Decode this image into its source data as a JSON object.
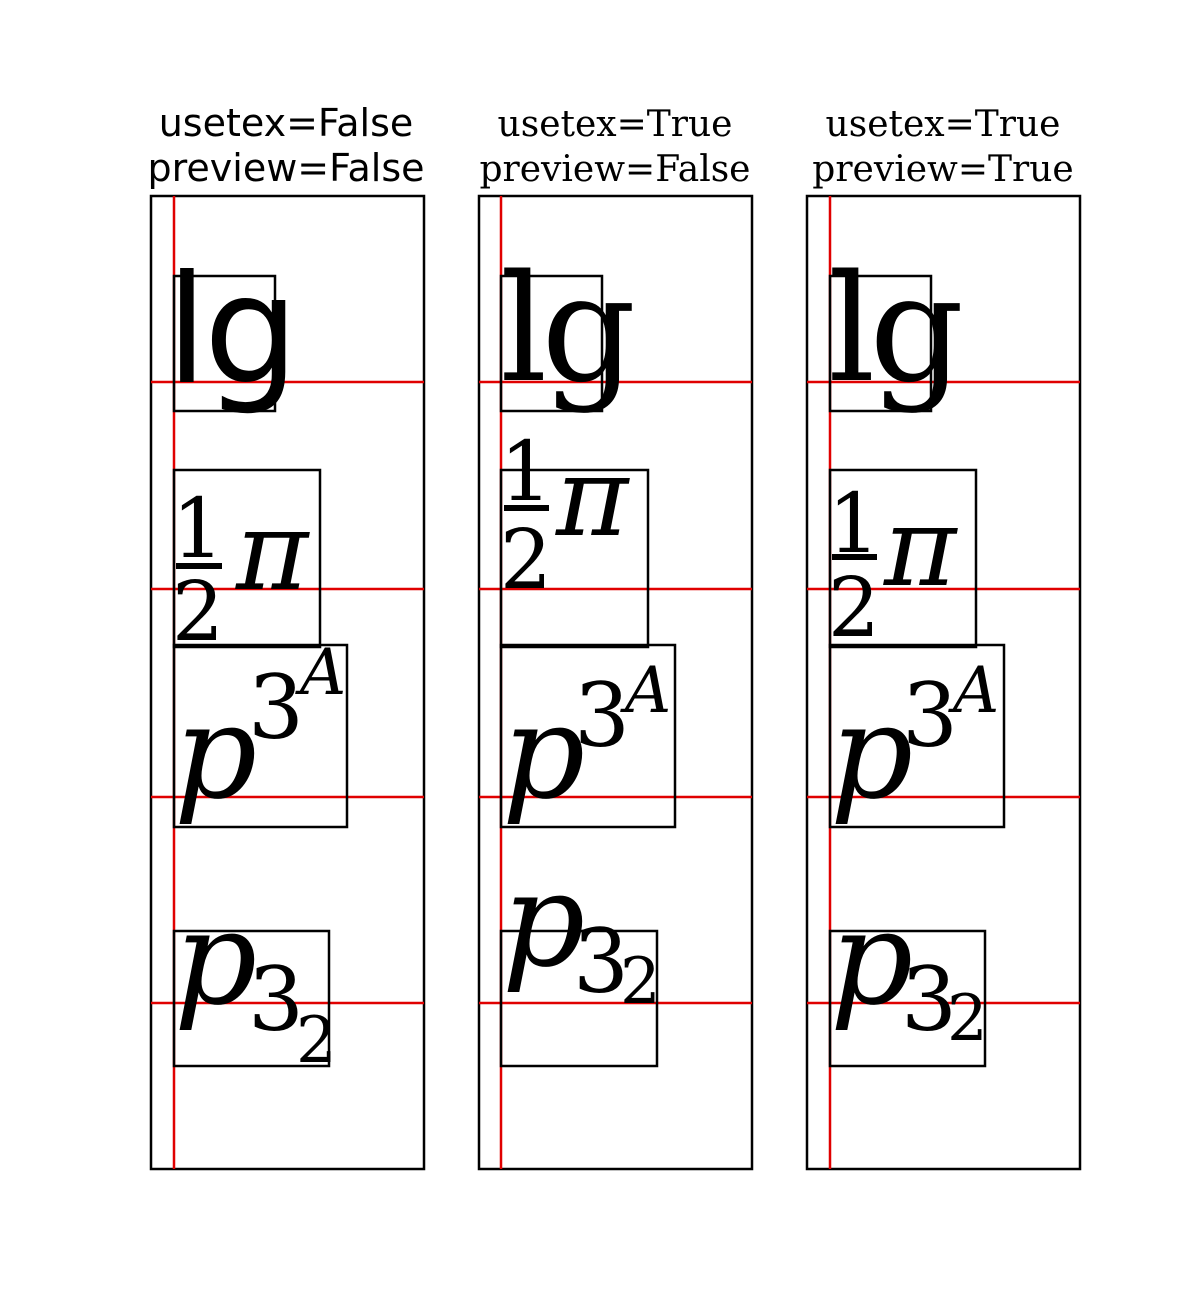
{
  "panels": [
    {
      "id": "notex",
      "title_line1": "usetex=False",
      "title_line2": "preview=False",
      "title_font": "sans"
    },
    {
      "id": "tex-nopreview",
      "title_line1": "usetex=True",
      "title_line2": "preview=False",
      "title_font": "serif"
    },
    {
      "id": "tex-preview",
      "title_line1": "usetex=True",
      "title_line2": "preview=True",
      "title_font": "serif"
    }
  ],
  "samples": {
    "lg": {
      "text": "lg"
    },
    "frac": {
      "numerator": "1",
      "denominator": "2",
      "symbol": "π"
    },
    "power": {
      "base": "p",
      "exponent": "3",
      "superscript": "A"
    },
    "subscript": {
      "base": "p",
      "sub": "3",
      "subsub": "2"
    }
  },
  "colors": {
    "frame": "#000000",
    "guide": "#e00000",
    "text": "#000000",
    "background": "#ffffff"
  }
}
